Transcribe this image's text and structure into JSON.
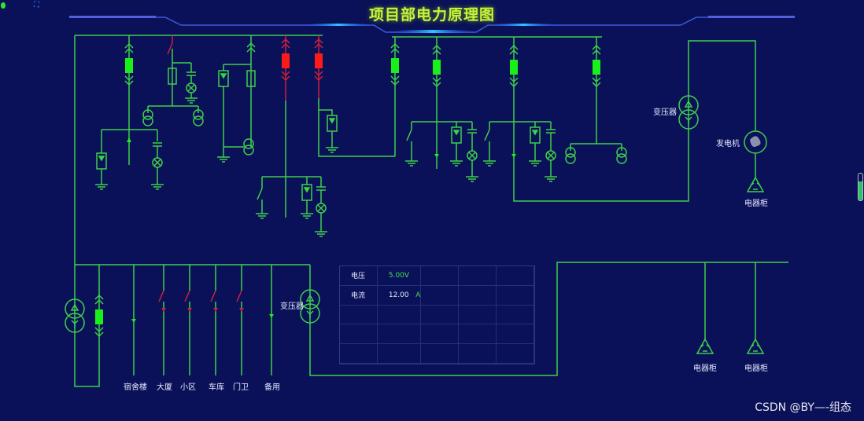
{
  "title": "项目部电力原理图",
  "labels": {
    "transformer_right": "变压器",
    "generator": "发电机",
    "cabinet_top": "电器柜",
    "transformer_bottom": "变压器",
    "cabinet_1": "电器柜",
    "cabinet_2": "电器柜",
    "feeders": [
      "宿舍楼",
      "大厦",
      "小区",
      "车库",
      "门卫",
      "备用"
    ]
  },
  "readings": {
    "voltage_label": "电压",
    "voltage_value": "5.00V",
    "current_label": "电流",
    "current_value": "12.00",
    "current_unit": "A"
  },
  "slider_level": 0.7,
  "watermark": "CSDN @BY—-组态",
  "colors": {
    "line": "#3ecf4a",
    "fill_on": "#19f019",
    "fill_off": "#ff1a1a",
    "off_line": "#d0203a",
    "background": "#0a1158",
    "title": "#c9f23e"
  }
}
